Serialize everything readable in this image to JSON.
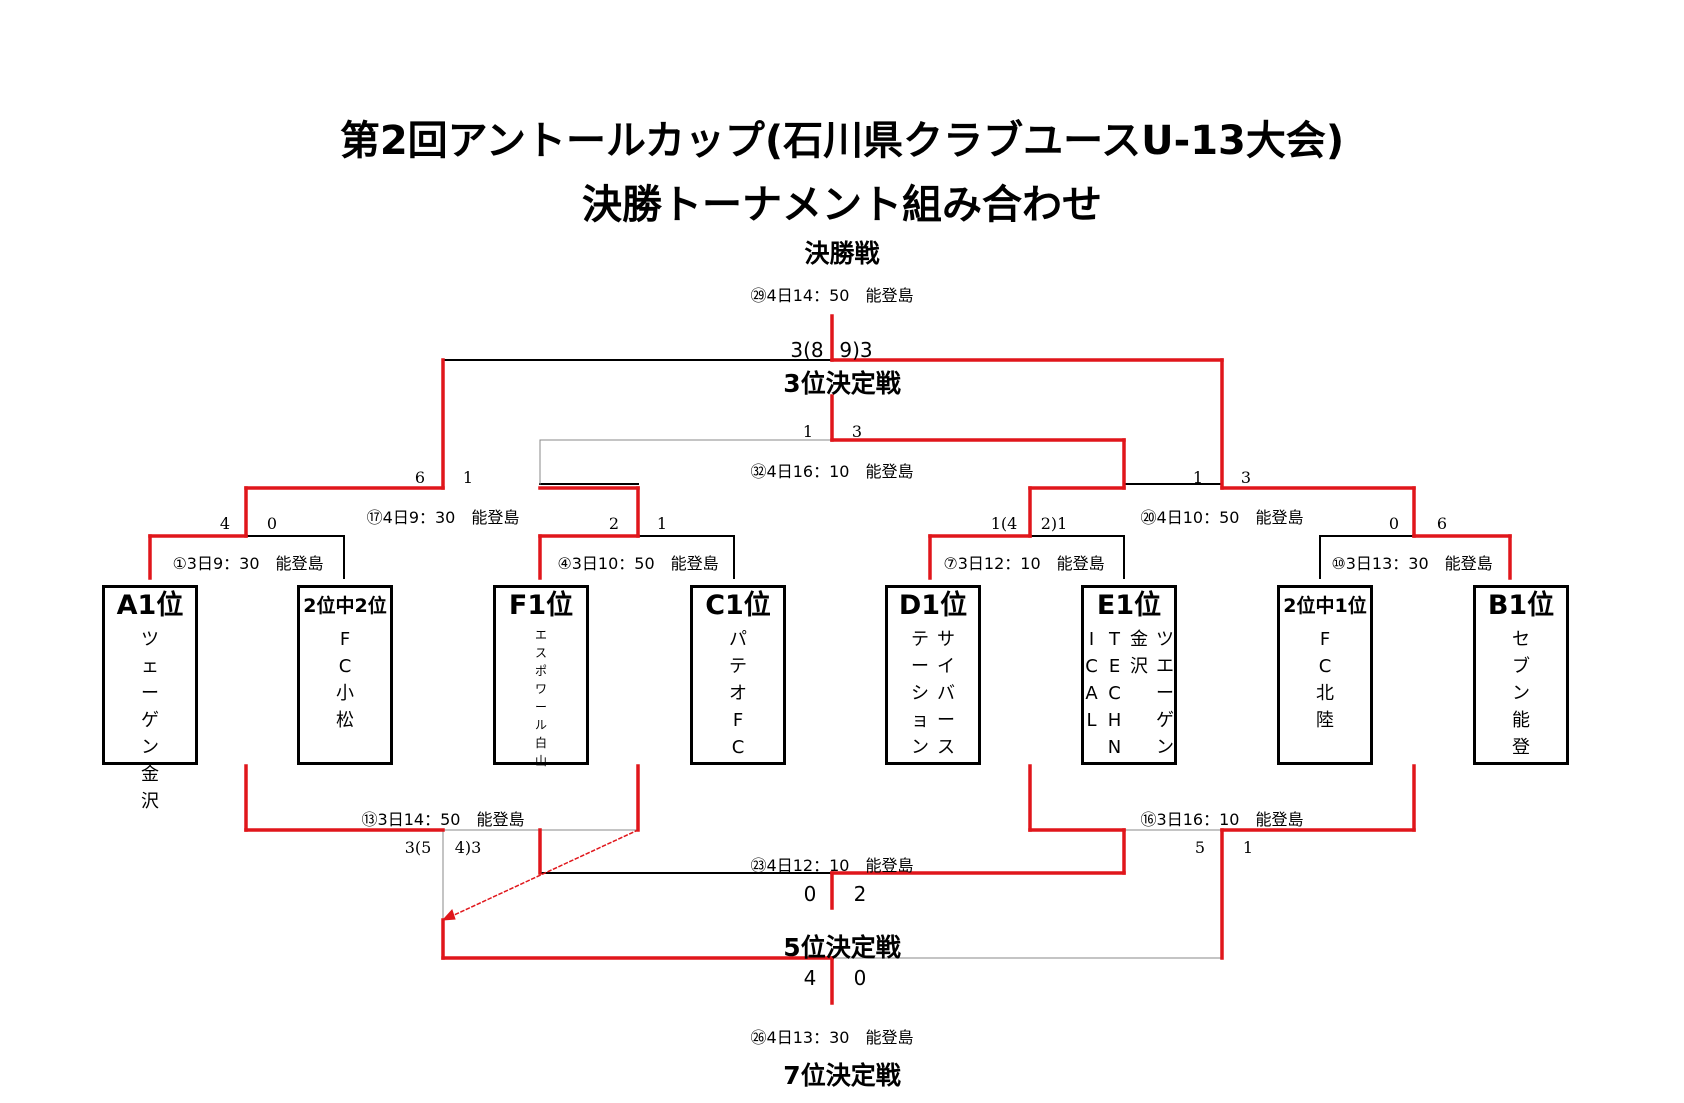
{
  "title_line1": "第2回アントールカップ(石川県クラブユースU-13大会)",
  "title_line2": "決勝トーナメント組み合わせ",
  "headings": {
    "final": "決勝戦",
    "third": "3位決定戦",
    "fifth": "5位決定戦",
    "seventh": "7位決定戦"
  },
  "match_info": {
    "m29": "㉙4日14：50　能登島",
    "m32": "㉜4日16：10　能登島",
    "m17": "⑰4日9：30　能登島",
    "m20": "⑳4日10：50　能登島",
    "m1": "①3日9：30　能登島",
    "m4": "④3日10：50　能登島",
    "m7": "⑦3日12：10　能登島",
    "m10": "⑩3日13：30　能登島",
    "m13": "⑬3日14：50　能登島",
    "m16": "⑯3日16：10　能登島",
    "m23": "㉓4日12：10　能登島",
    "m26": "㉖4日13：30　能登島"
  },
  "scores": {
    "final_left": "3(8",
    "final_right": "9)3",
    "third_left": "1",
    "third_right": "3",
    "m17_left": "6",
    "m17_right": "1",
    "m20_left": "1",
    "m20_right": "3",
    "m1_left": "4",
    "m1_right": "0",
    "m4_left": "2",
    "m4_right": "1",
    "m7_left": "1(4",
    "m7_right": "2)1",
    "m10_left": "0",
    "m10_right": "6",
    "m13_left": "3(5",
    "m13_right": "4)3",
    "m16_left": "5",
    "m16_right": "1",
    "fifth_left": "0",
    "fifth_right": "2",
    "seventh_left": "4",
    "seventh_right": "0"
  },
  "teams": [
    {
      "seed": "A1位",
      "name": [
        [
          "ツ",
          "ェ",
          "ー",
          "ゲ",
          "ン",
          "金",
          "沢"
        ]
      ]
    },
    {
      "seed": "2位中2位",
      "name": [
        [
          "F",
          "C",
          "小",
          "松"
        ]
      ]
    },
    {
      "seed": "F1位",
      "name": [
        [
          "エ",
          "ス",
          "ポ",
          "ワ",
          "ー",
          "ル",
          "白",
          "山"
        ]
      ]
    },
    {
      "seed": "C1位",
      "name": [
        [
          "パ",
          "テ",
          "オ",
          "F",
          "C"
        ]
      ]
    },
    {
      "seed": "D1位",
      "name": [
        [
          "テ",
          "ー",
          "シ",
          "ョ",
          "ン"
        ],
        [
          "サ",
          "イ",
          "バ",
          "ー",
          "ス"
        ]
      ]
    },
    {
      "seed": "E1位",
      "name": [
        [
          "I",
          "C",
          "A",
          "L"
        ],
        [
          "T",
          "E",
          "C",
          "H",
          "N"
        ],
        [
          "金",
          "沢"
        ],
        [
          "ツ",
          "エ",
          "ー",
          "ゲ",
          "ン"
        ]
      ]
    },
    {
      "seed": "2位中1位",
      "name": [
        [
          "F",
          "C",
          "北",
          "陸"
        ]
      ]
    },
    {
      "seed": "B1位",
      "name": [
        [
          "セ",
          "ブ",
          "ン",
          "能",
          "登"
        ]
      ]
    }
  ],
  "colors": {
    "winner_line": "#e0161b",
    "loser_line": "#000000",
    "thin_line": "#999999"
  }
}
